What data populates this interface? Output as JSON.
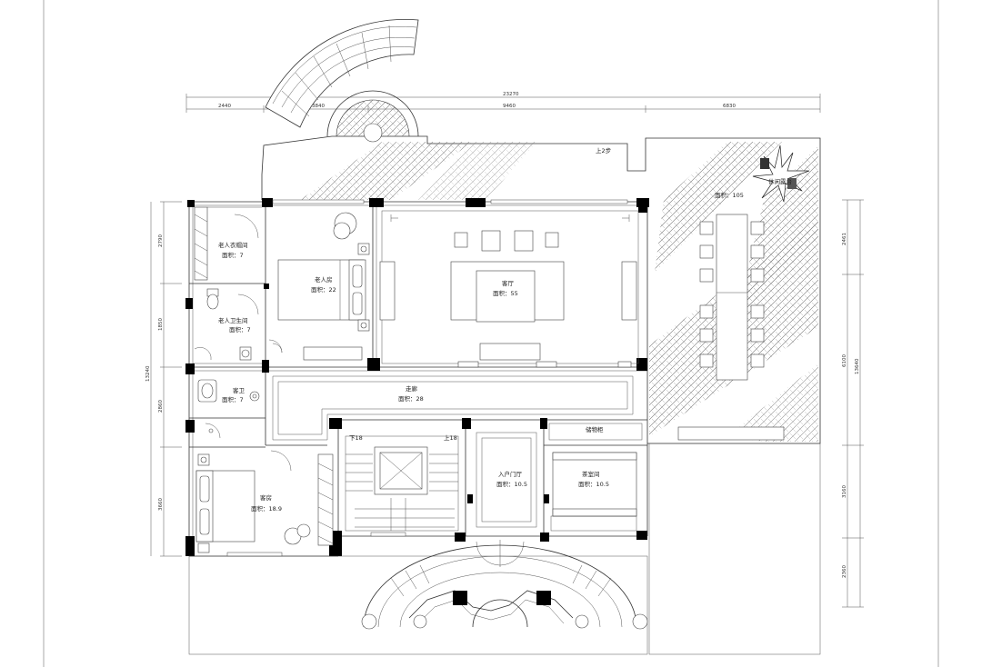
{
  "dimensions": {
    "top_total": "23270",
    "top_segments": [
      "2440",
      "3840",
      "9460",
      "6830"
    ],
    "left_total": "13240",
    "left_segments": [
      "2790",
      "1850",
      "2860",
      "3660"
    ],
    "right_total": "13640",
    "right_segments": [
      "2461",
      "6100",
      "3160",
      "2360"
    ]
  },
  "rooms": {
    "elder_cloakroom": {
      "name": "老人衣帽间",
      "area": "面积：7"
    },
    "elder_bathroom": {
      "name": "老人卫生间",
      "area": "面积：7"
    },
    "elder_bedroom": {
      "name": "老人房",
      "area": "面积：22"
    },
    "living_room": {
      "name": "客厅",
      "area": "面积：55"
    },
    "guest_wc": {
      "name": "客卫",
      "area": "面积：7"
    },
    "corridor": {
      "name": "走廊",
      "area": "面积：28"
    },
    "guest_room": {
      "name": "客房",
      "area": "面积：18.9"
    },
    "entrance_hall": {
      "name": "入户门厅",
      "area": "面积：10.5"
    },
    "tea_room": {
      "name": "茶室间",
      "area": "面积：10.5"
    },
    "terrace": {
      "name": "休闲露台",
      "area": "面积：105"
    },
    "storage": {
      "name": "储物柜"
    }
  },
  "stair_labels": {
    "down": "下18",
    "up": "上18",
    "up_small": "上2步"
  }
}
